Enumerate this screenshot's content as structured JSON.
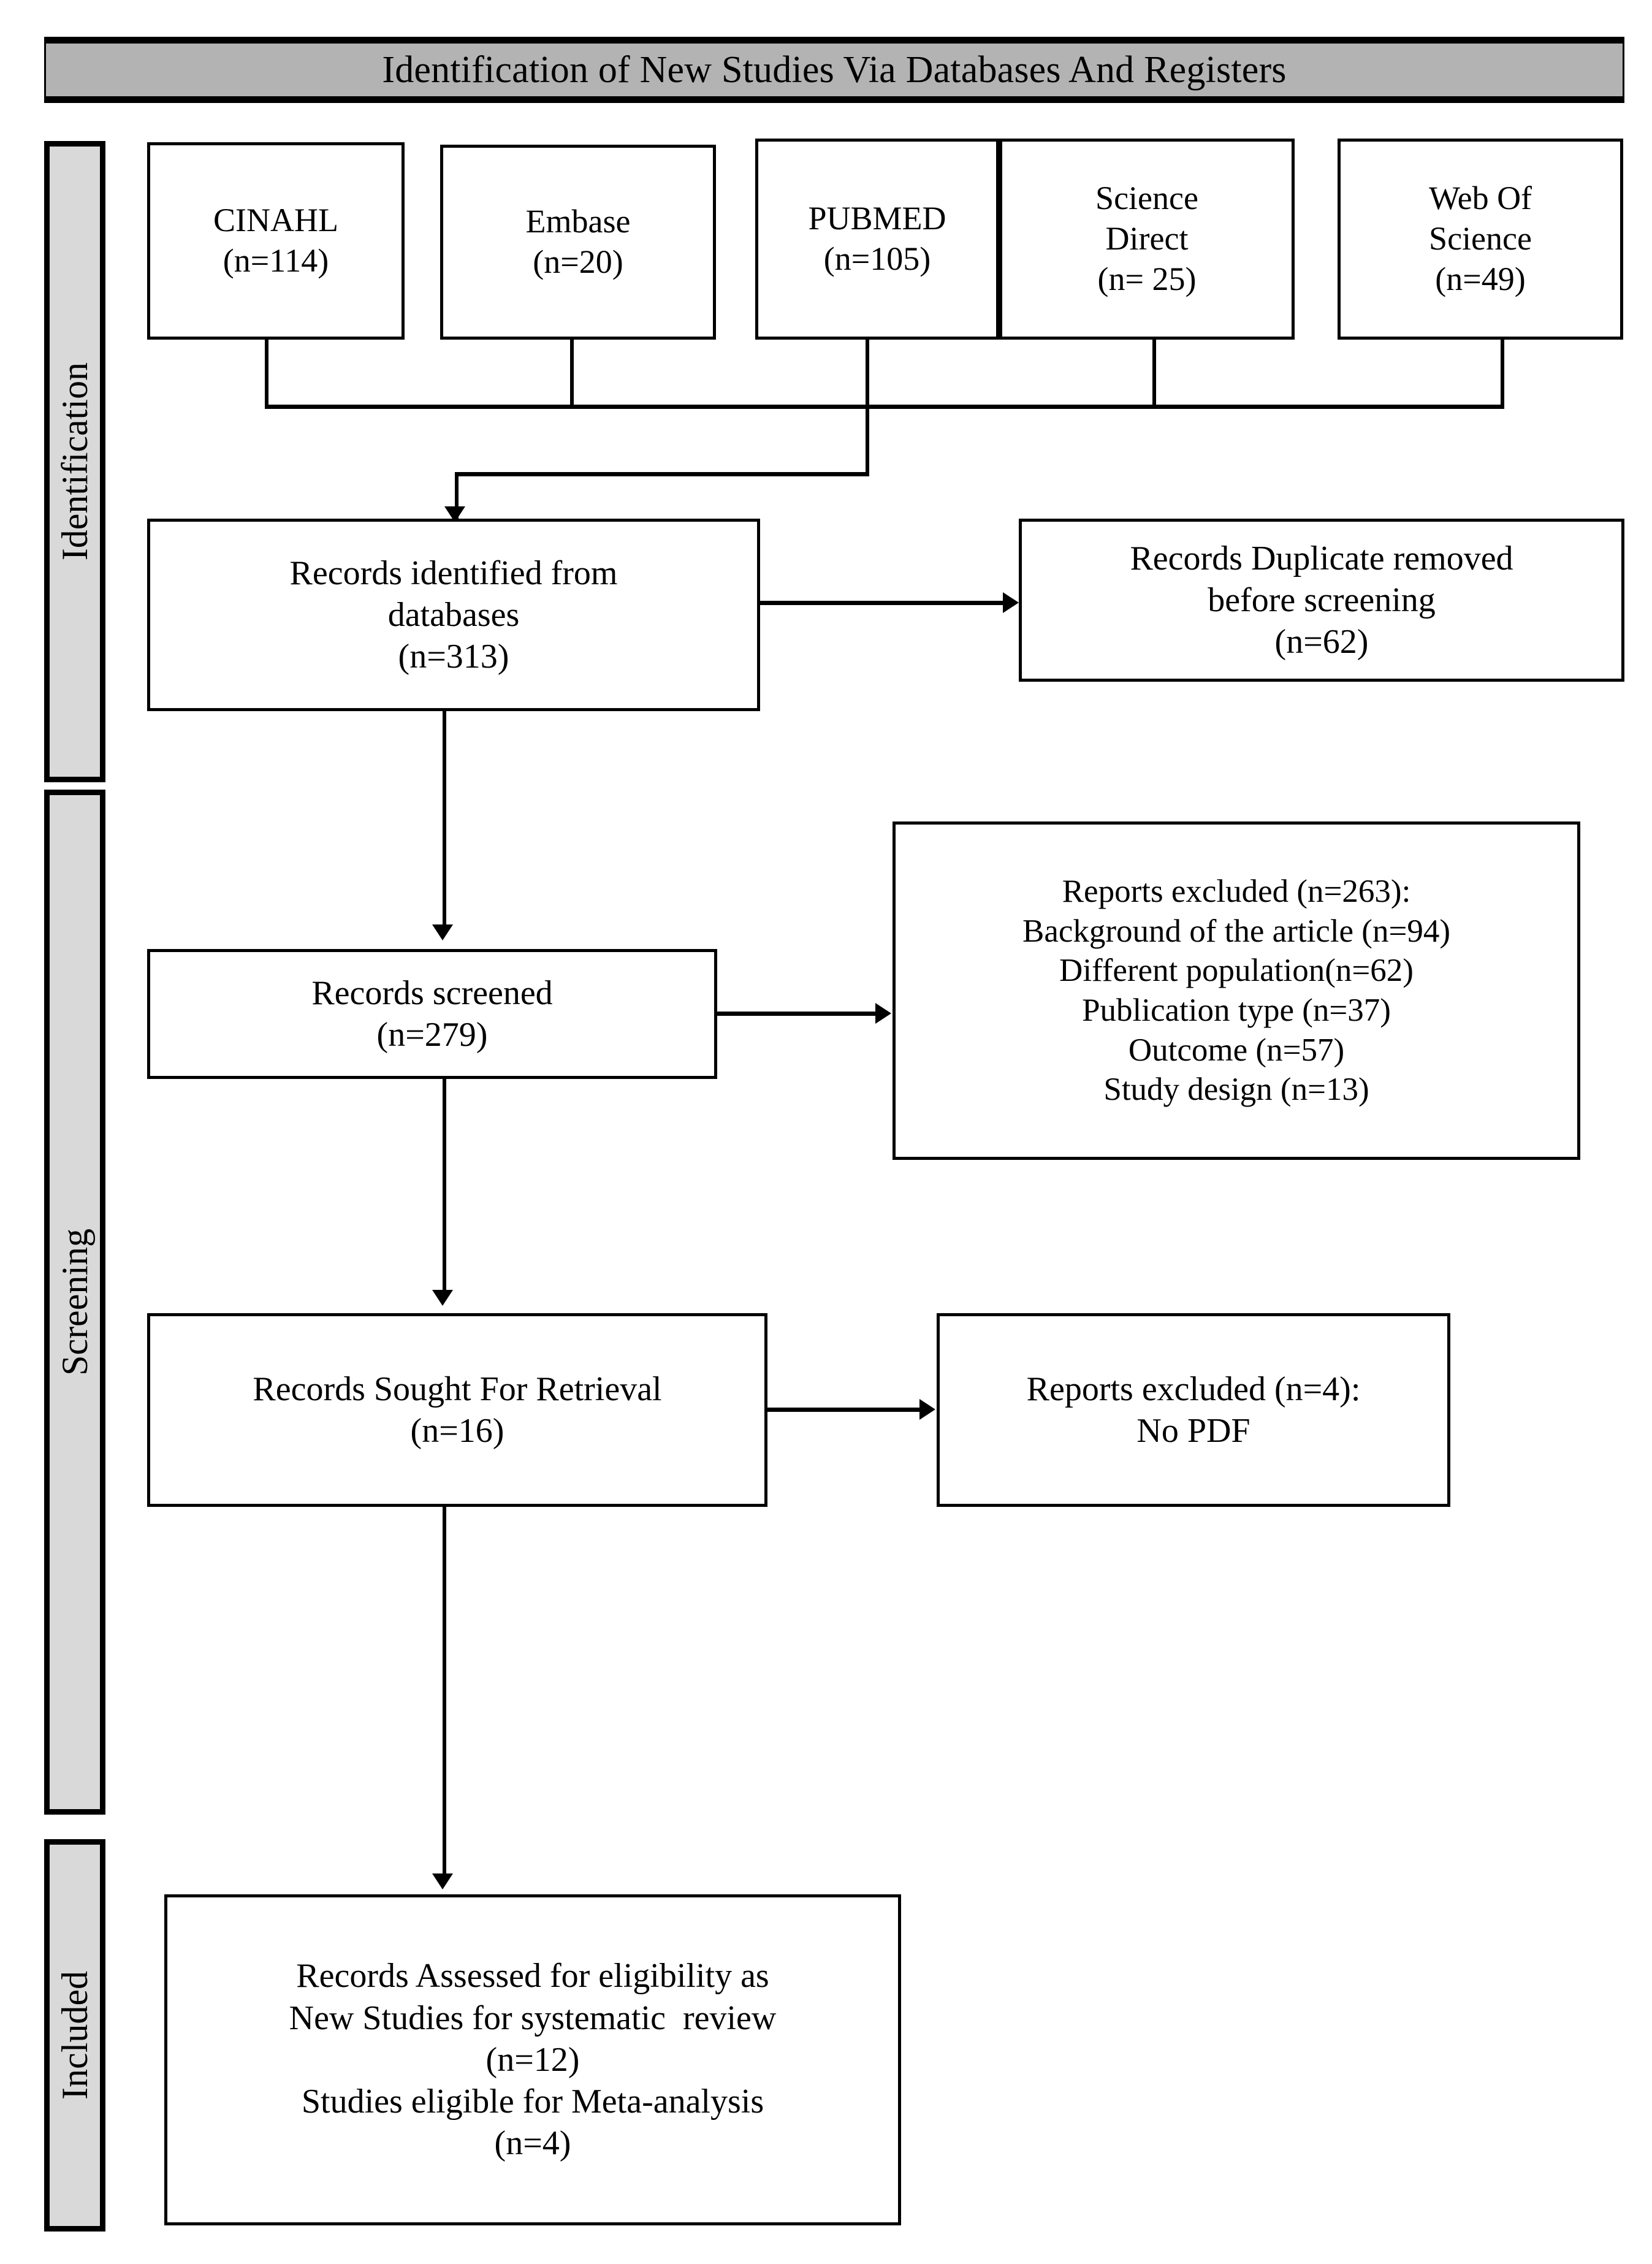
{
  "header": {
    "title": "Identification of New Studies Via Databases And Registers"
  },
  "phases": [
    {
      "label": "Identification"
    },
    {
      "label": "Screening"
    },
    {
      "label": "Included"
    }
  ],
  "sources": [
    {
      "name": "CINAHL",
      "count": "(n=114)"
    },
    {
      "name": "Embase",
      "count": "(n=20)"
    },
    {
      "name": "PUBMED",
      "count": "(n=105)"
    },
    {
      "name": "Science",
      "name2": "Direct",
      "count": "(n= 25)"
    },
    {
      "name": "Web Of",
      "name2": "Science",
      "count": "(n=49)"
    }
  ],
  "boxes": {
    "identified": {
      "line1": "Records identified from",
      "line2": "databases",
      "line3": "(n=313)"
    },
    "duplicates": {
      "line1": "Records Duplicate removed",
      "line2": "before screening",
      "line3": "(n=62)"
    },
    "screened": {
      "line1": "Records screened",
      "line2": "(n=279)"
    },
    "excluded_screening": {
      "line1": "Reports excluded (n=263):",
      "line2": "Background of the article (n=94)",
      "line3": "Different population(n=62)",
      "line4": "Publication type (n=37)",
      "line5": "Outcome (n=57)",
      "line6": "Study design (n=13)"
    },
    "sought": {
      "line1": "Records Sought For Retrieval",
      "line2": "(n=16)"
    },
    "excluded_retrieval": {
      "line1": "Reports excluded (n=4):",
      "line2": "No PDF"
    },
    "included": {
      "line1": "Records Assessed for eligibility as",
      "line2": "New Studies for systematic  review",
      "line3": "(n=12)",
      "line4": "Studies eligible for Meta-analysis",
      "line5": "(n=4)"
    }
  },
  "colors": {
    "header_fill": "#b3b3b3",
    "phase_fill": "#d9d9d9",
    "stroke": "#000000",
    "box_fill": "#ffffff"
  },
  "chart_data": {
    "type": "diagram",
    "title": "Identification of New Studies Via Databases And Registers",
    "diagram_kind": "PRISMA flow diagram",
    "nodes": [
      {
        "id": "cinahl",
        "label": "CINAHL",
        "n": 114,
        "phase": "Identification"
      },
      {
        "id": "embase",
        "label": "Embase",
        "n": 20,
        "phase": "Identification"
      },
      {
        "id": "pubmed",
        "label": "PUBMED",
        "n": 105,
        "phase": "Identification"
      },
      {
        "id": "sciencedirect",
        "label": "Science Direct",
        "n": 25,
        "phase": "Identification"
      },
      {
        "id": "wos",
        "label": "Web Of Science",
        "n": 49,
        "phase": "Identification"
      },
      {
        "id": "identified",
        "label": "Records identified from databases",
        "n": 313,
        "phase": "Identification"
      },
      {
        "id": "duplicates",
        "label": "Records Duplicate removed before screening",
        "n": 62,
        "phase": "Identification"
      },
      {
        "id": "screened",
        "label": "Records screened",
        "n": 279,
        "phase": "Screening"
      },
      {
        "id": "excluded_screening",
        "label": "Reports excluded",
        "n": 263,
        "phase": "Screening",
        "reasons": [
          {
            "label": "Background of the article",
            "n": 94
          },
          {
            "label": "Different population",
            "n": 62
          },
          {
            "label": "Publication type",
            "n": 37
          },
          {
            "label": "Outcome",
            "n": 57
          },
          {
            "label": "Study design",
            "n": 13
          }
        ]
      },
      {
        "id": "sought",
        "label": "Records Sought For Retrieval",
        "n": 16,
        "phase": "Screening"
      },
      {
        "id": "excluded_retrieval",
        "label": "Reports excluded - No PDF",
        "n": 4,
        "phase": "Screening"
      },
      {
        "id": "included",
        "label": "Records Assessed for eligibility as New Studies for systematic review",
        "n": 12,
        "phase": "Included"
      },
      {
        "id": "meta",
        "label": "Studies eligible for Meta-analysis",
        "n": 4,
        "phase": "Included"
      }
    ],
    "edges": [
      {
        "from": "cinahl",
        "to": "identified"
      },
      {
        "from": "embase",
        "to": "identified"
      },
      {
        "from": "pubmed",
        "to": "identified"
      },
      {
        "from": "sciencedirect",
        "to": "identified"
      },
      {
        "from": "wos",
        "to": "identified"
      },
      {
        "from": "identified",
        "to": "duplicates"
      },
      {
        "from": "identified",
        "to": "screened"
      },
      {
        "from": "screened",
        "to": "excluded_screening"
      },
      {
        "from": "screened",
        "to": "sought"
      },
      {
        "from": "sought",
        "to": "excluded_retrieval"
      },
      {
        "from": "sought",
        "to": "included"
      }
    ]
  }
}
